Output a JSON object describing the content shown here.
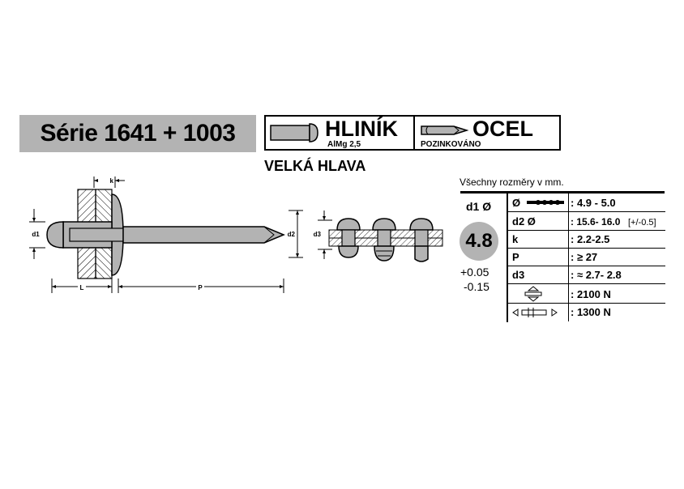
{
  "header": {
    "series_title": "Série 1641 + 1003",
    "head_type": "VELKÁ HLAVA"
  },
  "materials": {
    "body": {
      "name": "HLINÍK",
      "spec": "AlMg 2,5"
    },
    "mandrel": {
      "name": "OCEL",
      "spec": "POZINKOVÁNO"
    }
  },
  "drawing": {
    "label_d1": "d1",
    "label_d2": "d2",
    "label_d3": "d3",
    "label_k": "k",
    "label_L": "L",
    "label_P": "P"
  },
  "specs": {
    "note": "Všechny rozměry v mm.",
    "d1_label": "d1 Ø",
    "d1_value": "4.8",
    "tol_plus": "+0.05",
    "tol_minus": "-0.15",
    "rows": [
      {
        "label": "Ø",
        "icon": "mandrel-icon",
        "value": ": 4.9 - 5.0"
      },
      {
        "label": "d2 Ø",
        "value": ": 15.6- 16.0",
        "extra": "[+/-0.5]"
      },
      {
        "label": "k",
        "value": ": 2.2-2.5"
      },
      {
        "label": "P",
        "value": ": ≥ 27"
      },
      {
        "label": "d3",
        "value": ": ≈ 2.7- 2.8"
      },
      {
        "icon": "shear-force-icon",
        "value": ": 2100 N"
      },
      {
        "icon": "tensile-force-icon",
        "value": ": 1300 N"
      }
    ]
  }
}
